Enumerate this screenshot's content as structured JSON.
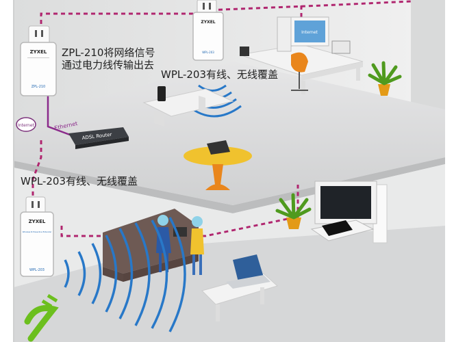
{
  "labels": {
    "zpl_caption_line1": "ZPL-210将网络信号",
    "zpl_caption_line2": "通过电力线传输出去",
    "wpl_upper_caption": "WPL-203有线、无线覆盖",
    "wpl_lower_caption": "WPL-203有线、无线覆盖"
  },
  "device_text": {
    "brand": "ZYXEL",
    "zpl_model": "ZPL-210",
    "wpl_model": "WPL-203",
    "wpl_subtitle": "Wireless N Powerline Extender",
    "router_label": "ADSL Router",
    "internet_label": "Internet",
    "ethernet_label": "Ethernet",
    "monitor_text": "Internet"
  },
  "colors": {
    "powerline": "#b0266f",
    "ethernet": "#8b2a8b",
    "wifi_waves": "#2878c8",
    "floor": "#d9dadb",
    "wall": "#e9eaea",
    "table_top": "#f0c22e",
    "plant_pot": "#e39a17",
    "chair": "#e9861c",
    "sofa": "#6e5a54",
    "eco_logo": "#6cbf1e"
  },
  "icons": [
    "wall-outlet-icon",
    "wifi-waves-icon",
    "plant-icon",
    "eco-plug-icon"
  ]
}
